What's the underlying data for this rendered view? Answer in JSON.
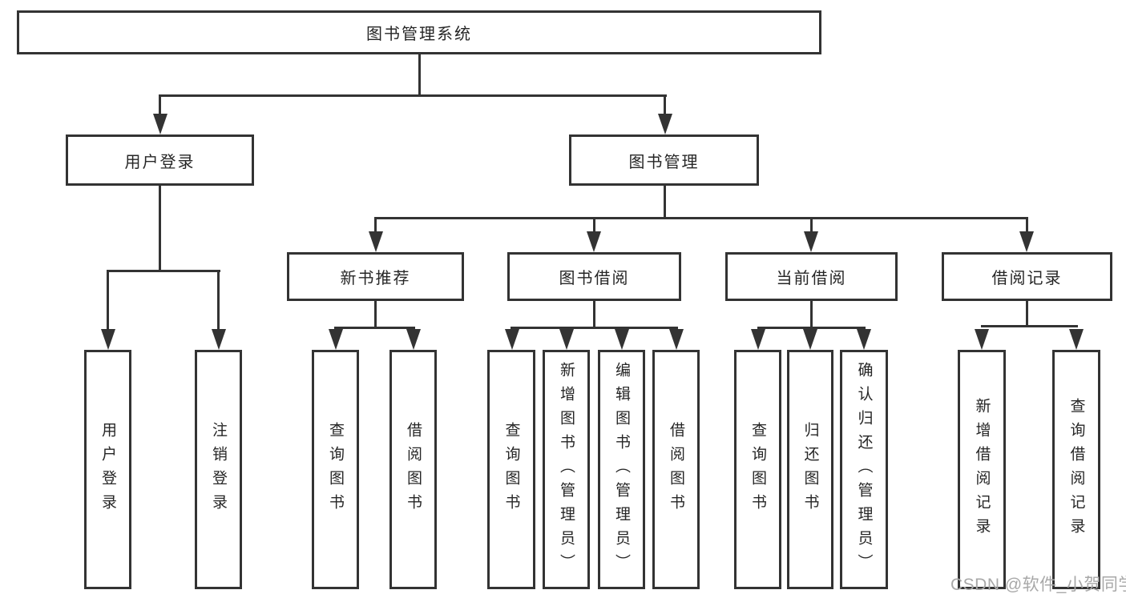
{
  "colors": {
    "line": "#333333",
    "text": "#262626",
    "background": "#ffffff",
    "watermark": "#a8a8a8"
  },
  "watermark": "CSDN @软件_小贺同学",
  "tree": {
    "root": {
      "label": "图书管理系统"
    },
    "level2": [
      {
        "label": "用户登录",
        "children": [
          {
            "label": "用户登录"
          },
          {
            "label": "注销登录"
          }
        ]
      },
      {
        "label": "图书管理",
        "sections": [
          {
            "label": "新书推荐",
            "children": [
              {
                "label": "查询图书"
              },
              {
                "label": "借阅图书"
              }
            ]
          },
          {
            "label": "图书借阅",
            "children": [
              {
                "label": "查询图书"
              },
              {
                "label": "新增图书（管理员）"
              },
              {
                "label": "编辑图书（管理员）"
              },
              {
                "label": "借阅图书"
              }
            ]
          },
          {
            "label": "当前借阅",
            "children": [
              {
                "label": "查询图书"
              },
              {
                "label": "归还图书"
              },
              {
                "label": "确认归还（管理员）"
              }
            ]
          },
          {
            "label": "借阅记录",
            "children": [
              {
                "label": "新增借阅记录"
              },
              {
                "label": "查询借阅记录"
              }
            ]
          }
        ]
      }
    ]
  }
}
